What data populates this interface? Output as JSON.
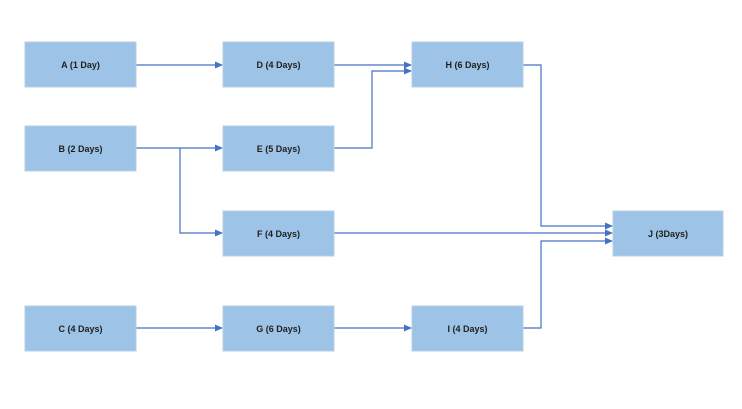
{
  "colors": {
    "node_fill": "#9dc3e6",
    "node_border": "#b8cfe4",
    "arrow": "#4472c4",
    "text": "#1f1f1f",
    "background": "#ffffff"
  },
  "nodes": {
    "A": {
      "label": "A (1 Day)"
    },
    "B": {
      "label": "B (2 Days)"
    },
    "C": {
      "label": "C (4 Days)"
    },
    "D": {
      "label": "D (4 Days)"
    },
    "E": {
      "label": "E (5 Days)"
    },
    "F": {
      "label": "F (4 Days)"
    },
    "G": {
      "label": "G (6 Days)"
    },
    "H": {
      "label": "H (6 Days)"
    },
    "I": {
      "label": "I (4 Days)"
    },
    "J": {
      "label": "J (3Days)"
    }
  },
  "edges": [
    {
      "from": "A",
      "to": "D"
    },
    {
      "from": "B",
      "to": "E"
    },
    {
      "from": "B",
      "to": "F"
    },
    {
      "from": "C",
      "to": "G"
    },
    {
      "from": "D",
      "to": "H"
    },
    {
      "from": "E",
      "to": "H"
    },
    {
      "from": "F",
      "to": "J"
    },
    {
      "from": "G",
      "to": "I"
    },
    {
      "from": "H",
      "to": "J"
    },
    {
      "from": "I",
      "to": "J"
    }
  ]
}
